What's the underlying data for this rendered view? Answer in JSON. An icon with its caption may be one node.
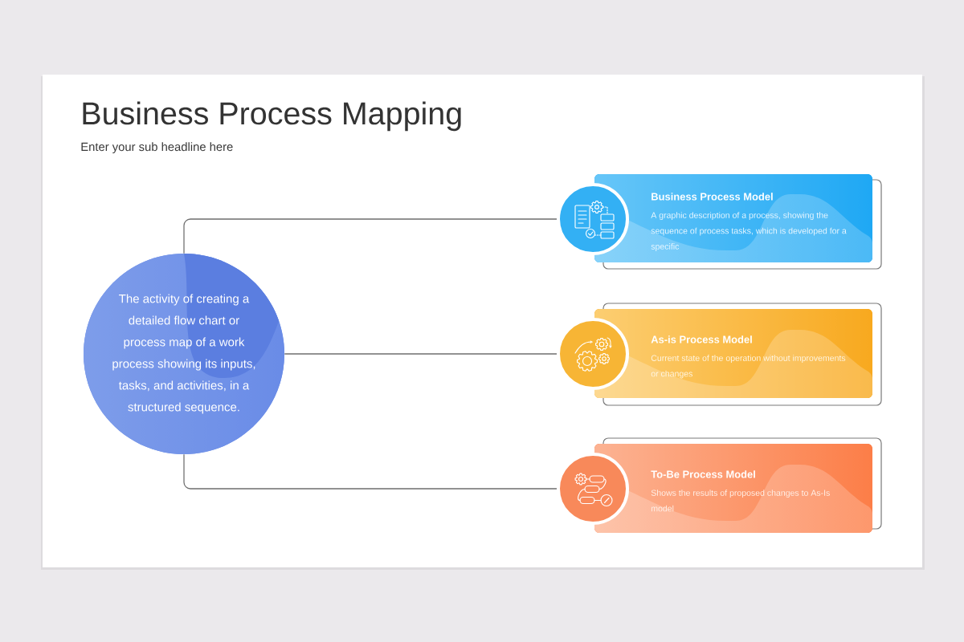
{
  "diagram": {
    "title": "Business Process Mapping",
    "nodes": [
      {
        "text": [
          "The activity of creating a detailed flow chart or process map of a work process showing its inputs, tasks, and activities, in a structured sequence."
        ]
      },
      {
        "text": [],
        "shape": "circle"
      },
      {
        "text": [
          "Business Process Model",
          "A graphic description of a process, showing the sequence of process tasks, which is developed for a specific"
        ]
      },
      {
        "text": [],
        "shape": "circle"
      },
      {
        "text": [
          "As-is Process Model",
          "Current state of the operation without improvements or changes"
        ]
      },
      {
        "text": [],
        "shape": "circle"
      },
      {
        "text": [
          "To-Be Process Model",
          "Shows the results of proposed changes to As-Is model"
        ]
      }
    ],
    "edges": [
      {
        "from": 0,
        "to": 1,
        "arrow": "none"
      },
      {
        "from": 0,
        "to": 3,
        "arrow": "none"
      },
      {
        "from": 0,
        "to": 5,
        "arrow": "none"
      }
    ],
    "labels": [
      "Enter your sub headline here"
    ]
  }
}
